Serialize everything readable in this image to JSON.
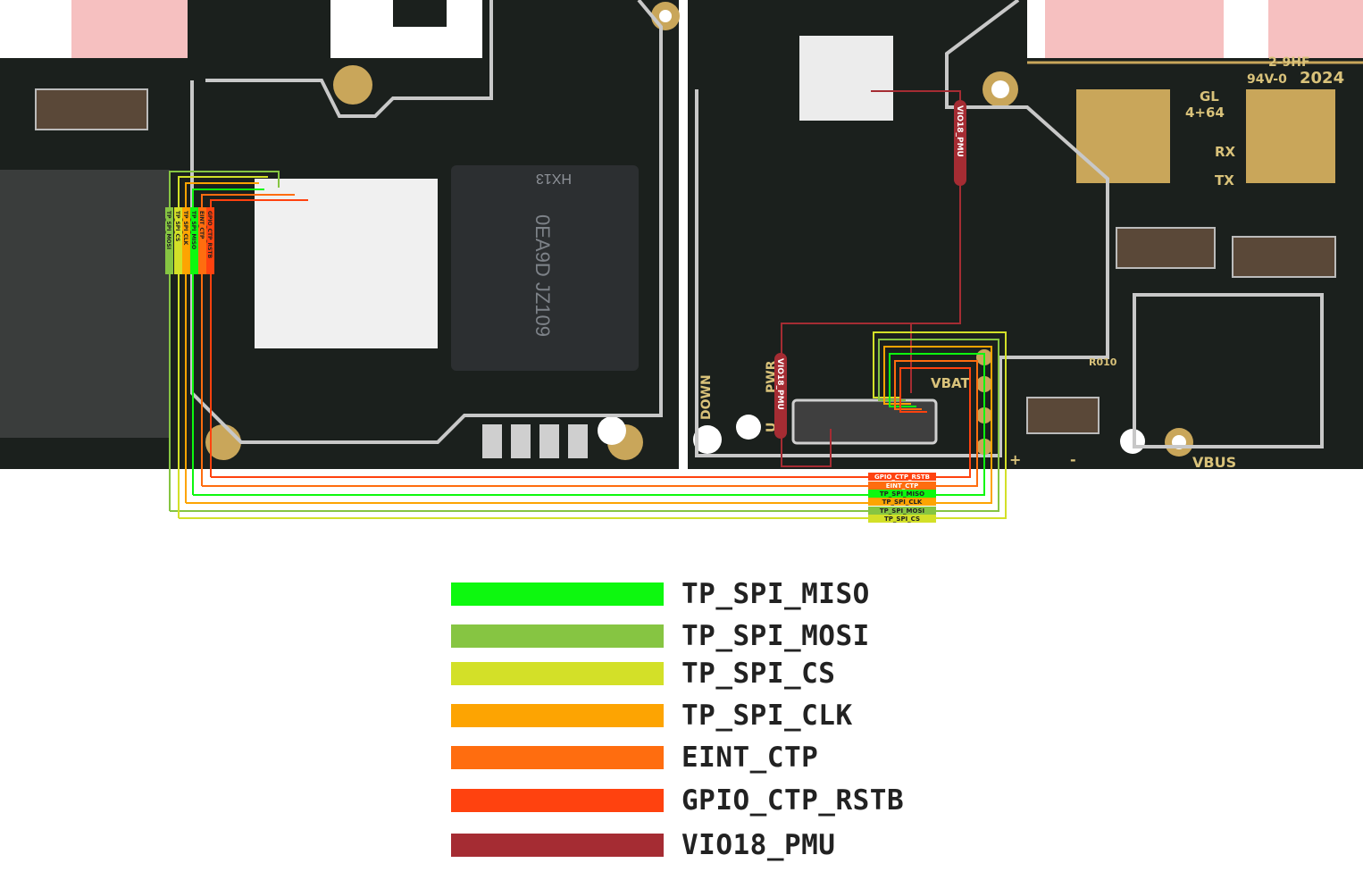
{
  "colors": {
    "board": "#1b201d",
    "gold": "#c9a65a",
    "silver": "#c8c8c8",
    "watermark": "#f3a7a7"
  },
  "chips": {
    "cpu": "HX13",
    "cpu_marking": "0EA9D JZ109"
  },
  "board_labels": {
    "down": "DOWN",
    "pwr": "PWR",
    "u": "U",
    "vbat": "VBAT",
    "vbus": "VBUS",
    "plus": "+",
    "minus": "-",
    "pcb_code": "2-9HF",
    "pcb_rating": "94V-0",
    "pcb_year": "2024",
    "gl": "GL",
    "gl_layers": "4+64",
    "rx": "RX",
    "tx": "TX",
    "r010": "R010"
  },
  "pin_tags": {
    "vio18_a": "VIO18_PMU",
    "vio18_b": "VIO18_PMU",
    "left": [
      "TP_SPI_MOSI",
      "TP_SPI_CS",
      "TP_SPI_CLK",
      "TP_SPI_MISO",
      "EINT_CTP",
      "GPIO_CTP_RSTB"
    ],
    "right": [
      "GPIO_CTP_RSTB",
      "EINT_CTP",
      "TP_SPI_MISO",
      "TP_SPI_CLK",
      "TP_SPI_MOSI",
      "TP_SPI_CS"
    ]
  },
  "legend": [
    {
      "label": "TP_SPI_MISO",
      "color": "#0df80f"
    },
    {
      "label": "TP_SPI_MOSI",
      "color": "#86c542"
    },
    {
      "label": "TP_SPI_CS",
      "color": "#d3e028"
    },
    {
      "label": "TP_SPI_CLK",
      "color": "#fda402"
    },
    {
      "label": "EINT_CTP",
      "color": "#ff6d0f"
    },
    {
      "label": "GPIO_CTP_RSTB",
      "color": "#ff420f"
    },
    {
      "label": "VIO18_PMU",
      "color": "#a52c33"
    }
  ]
}
